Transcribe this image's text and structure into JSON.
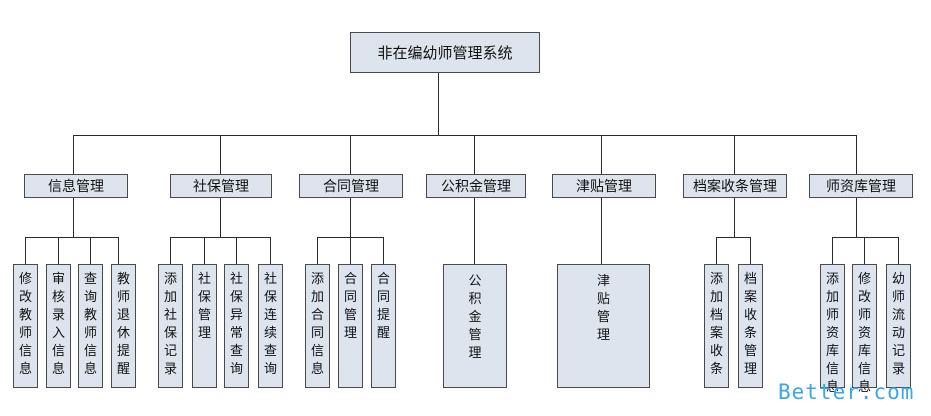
{
  "root": {
    "label": "非在编幼师管理系统"
  },
  "categories": [
    {
      "label": "信息管理",
      "children": [
        "修改教师信息",
        "审核录入信息",
        "查询教师信息",
        "教师退休提醒"
      ]
    },
    {
      "label": "社保管理",
      "children": [
        "添加社保记录",
        "社保管理",
        "社保异常查询",
        "社保连续查询"
      ]
    },
    {
      "label": "合同管理",
      "children": [
        "添加合同信息",
        "合同管理",
        "合同提醒"
      ]
    },
    {
      "label": "公积金管理",
      "children": [
        "公积金管理"
      ]
    },
    {
      "label": "津贴管理",
      "children": [
        "津贴管理"
      ]
    },
    {
      "label": "档案收条管理",
      "children": [
        "添加档案收条",
        "档案收条管理"
      ]
    },
    {
      "label": "师资库管理",
      "children": [
        "添加师资库信息",
        "修改师资库信息",
        "幼师流动记录"
      ]
    }
  ],
  "watermark": "Better.com"
}
